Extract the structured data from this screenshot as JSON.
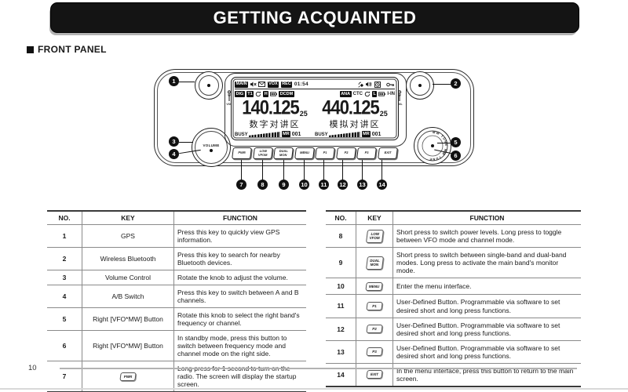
{
  "banner": {
    "title": "GETTING ACQUAINTED"
  },
  "section": {
    "title": "FRONT PANEL"
  },
  "radio": {
    "volume_knob_label": "VOLUME",
    "tune_knob_ring_text": "MW TUNE MW TUNE",
    "vol_marker_label": "VOL",
    "buttons": [
      {
        "label": "PWR",
        "sub": ""
      },
      {
        "label": "LOW",
        "sub": "VFOM"
      },
      {
        "label": "DUAL",
        "sub": "MON"
      },
      {
        "label": "MENU",
        "sub": ""
      },
      {
        "label": "P1",
        "sub": ""
      },
      {
        "label": "P2",
        "sub": ""
      },
      {
        "label": "P3",
        "sub": ""
      },
      {
        "label": "EXIT",
        "sub": ""
      }
    ],
    "callouts": [
      "1",
      "2",
      "3",
      "4",
      "5",
      "6",
      "7",
      "8",
      "9",
      "10",
      "11",
      "12",
      "13",
      "14"
    ],
    "lcd": {
      "status": {
        "main": "MAIN",
        "vox": "VOX",
        "rec": "REC",
        "time": "01:54"
      },
      "status_icons": [
        "mute-icon",
        "mail-icon",
        "gps-satellite-icon",
        "speaker-icon",
        "clock-icon",
        "key-lock-icon"
      ],
      "left_band": {
        "mode": "DIG",
        "slot": "T1",
        "power": "H",
        "tag": "DCDM",
        "freq": "140.125",
        "step": "25",
        "zone": "数字对讲区",
        "busy": "BUSY",
        "mr": "MR",
        "channel": "001"
      },
      "right_band": {
        "mode": "ANA",
        "tone": "CTC",
        "power": "L",
        "tag": "I-IN",
        "freq": "440.125",
        "step": "25",
        "zone": "模拟对讲区",
        "busy": "BUSY",
        "mr": "MR",
        "channel": "001"
      }
    }
  },
  "left_table": {
    "headers": [
      "NO.",
      "KEY",
      "FUNCTION"
    ],
    "rows": [
      {
        "no": "1",
        "key": "GPS",
        "function": "Press this key to quickly view GPS information."
      },
      {
        "no": "2",
        "key": "Wireless Bluetooth",
        "function": "Press this key to search for nearby Bluetooth devices."
      },
      {
        "no": "3",
        "key": "Volume Control",
        "function": "Rotate the knob to adjust the volume."
      },
      {
        "no": "4",
        "key": "A/B Switch",
        "function": "Press this key to switch between A and B channels."
      },
      {
        "no": "5",
        "key": "Right [VFO*MW] Button",
        "function": "Rotate this knob to select the right band's frequency or channel."
      },
      {
        "no": "6",
        "key": "Right [VFO*MW] Button",
        "function": "In standby mode, press this button to switch between frequency mode and channel mode on the right side."
      },
      {
        "no": "7",
        "key_icon": "PWR",
        "function": "Long press for 1 second to turn on the radio. The screen will display the startup screen."
      }
    ]
  },
  "right_table": {
    "headers": [
      "NO.",
      "KEY",
      "FUNCTION"
    ],
    "rows": [
      {
        "no": "8",
        "key_icon": "LOW\nVFOM",
        "function": "Short press to switch power levels. Long press to toggle between VFO mode and channel mode."
      },
      {
        "no": "9",
        "key_icon": "DUAL\nMON",
        "function": "Short press to switch between single-band and dual-band modes. Long press to activate the main band's monitor mode."
      },
      {
        "no": "10",
        "key_icon": "MENU",
        "function": "Enter the menu interface."
      },
      {
        "no": "11",
        "key_icon": "P1",
        "function": "User-Defined Button. Programmable via software to set desired short and long press functions."
      },
      {
        "no": "12",
        "key_icon": "P2",
        "function": "User-Defined Button. Programmable via software to set desired short and long press functions."
      },
      {
        "no": "13",
        "key_icon": "P3",
        "function": "User-Defined Button. Programmable via software to set desired short and long press functions."
      },
      {
        "no": "14",
        "key_icon": "EXIT",
        "function": "In the menu interface, press this button to return to the main screen."
      }
    ]
  },
  "footer": {
    "page_number": "10"
  }
}
